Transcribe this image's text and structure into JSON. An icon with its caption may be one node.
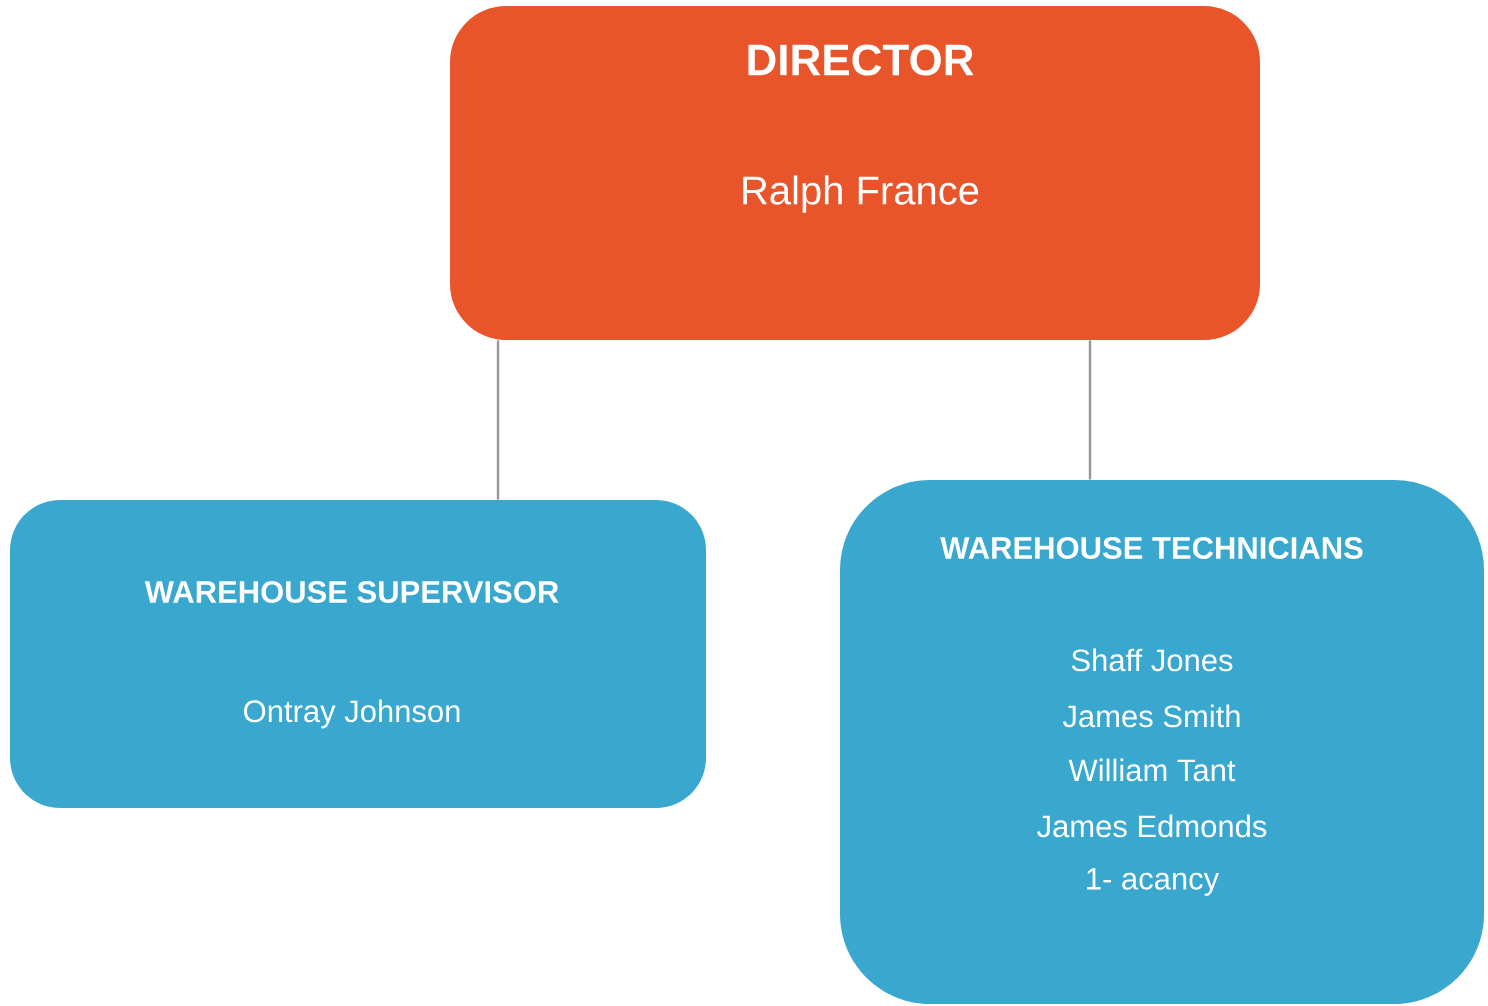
{
  "diagram": {
    "nodes": [
      {
        "text": [
          "DIRECTOR",
          "Ralph France"
        ]
      },
      {
        "text": [
          "WAREHOUSE SUPERVISOR",
          "Ontray Johnson"
        ]
      },
      {
        "text": [
          "WAREHOUSE TECHNICIANS",
          "Shaff Jones",
          "James Smith",
          "William Tant",
          "James Edmonds",
          "1- acancy"
        ]
      }
    ],
    "edges": [
      {
        "from": 0,
        "to": 1,
        "arrow": "none"
      },
      {
        "from": 0,
        "to": 2,
        "arrow": "none"
      }
    ]
  }
}
